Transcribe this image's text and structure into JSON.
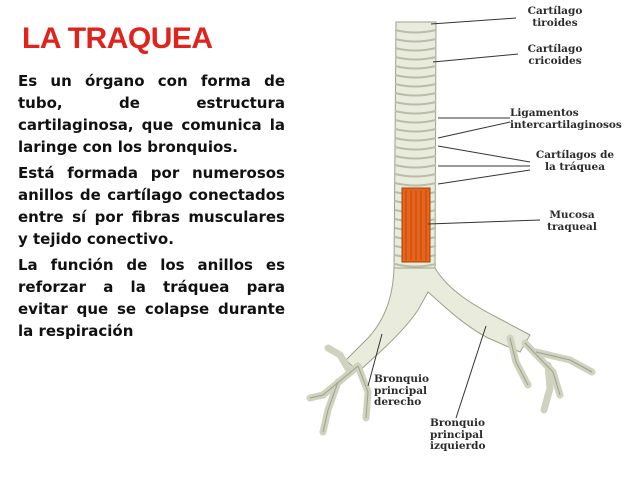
{
  "title": "LA TRAQUEA",
  "paragraphs": [
    "Es un órgano con forma de tubo, de estructura cartilaginosa, que comunica la laringe con los bronquios.",
    "Está formada por numerosos anillos de cartílago conectados entre sí por fibras musculares y tejido conectivo.",
    "La función de los anillos es reforzar a la tráquea para evitar que se colapse durante la respiración"
  ],
  "labels": {
    "tiroides": [
      "Cartílago",
      "tiroides"
    ],
    "cricoides": [
      "Cartílago",
      "cricoides"
    ],
    "ligamentos": [
      "Ligamentos",
      "intercartilaginosos"
    ],
    "cartilagos_traquea": [
      "Cartílagos de",
      "la tráquea"
    ],
    "mucosa": [
      "Mucosa",
      "traqueal"
    ],
    "bronquio_derecho": [
      "Bronquio",
      "principal",
      "derecho"
    ],
    "bronquio_izquierdo": [
      "Bronquio",
      "principal",
      "izquierdo"
    ]
  },
  "colors": {
    "title": "#e0231c",
    "text": "#111111",
    "trachea": "#e9ebdc",
    "ring_shadow": "#b9bda6",
    "mucosa": "#e8641b"
  }
}
